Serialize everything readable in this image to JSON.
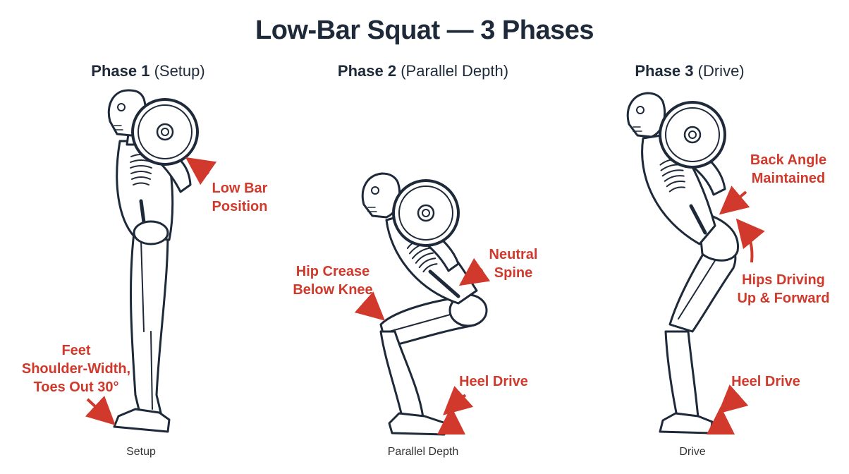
{
  "title": "Low-Bar Squat — 3 Phases",
  "phases": [
    {
      "label": "Phase 1",
      "paren": "(Setup)",
      "caption": "Setup"
    },
    {
      "label": "Phase 2",
      "paren": "(Parallel Depth)",
      "caption": "Parallel Depth"
    },
    {
      "label": "Phase 3",
      "paren": "(Drive)",
      "caption": "Drive"
    }
  ],
  "annotations": {
    "low_bar_1": "Low Bar",
    "low_bar_2": "Position",
    "feet_1": "Feet",
    "feet_2": "Shoulder-Width,",
    "feet_3": "Toes Out 30°",
    "hip_crease_1": "Hip Crease",
    "hip_crease_2": "Below Knee",
    "neutral_1": "Neutral",
    "neutral_2": "Spine",
    "heel_drive_2": "Heel Drive",
    "back_angle_1": "Back Angle",
    "back_angle_2": "Maintained",
    "hips_1": "Hips Driving",
    "hips_2": "Up & Forward",
    "heel_drive_3": "Heel Drive"
  },
  "colors": {
    "ink": "#1e2a3a",
    "accent": "#d0392b",
    "bone": "#ffffff"
  }
}
